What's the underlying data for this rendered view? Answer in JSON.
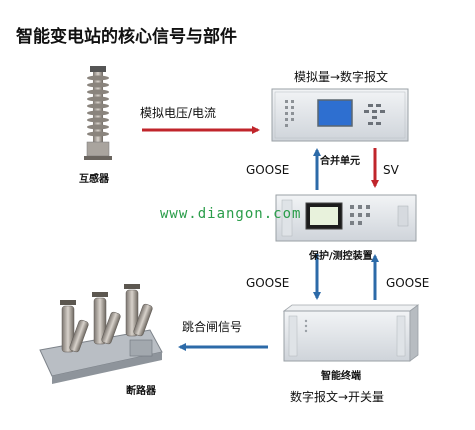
{
  "title": "智能变电站的核心信号与部件",
  "labels": {
    "analog_to_digital": "模拟量→数字报文",
    "voltage_current": "模拟电压/电流",
    "transformer": "互感器",
    "merging_unit": "合并单元",
    "goose_top": "GOOSE",
    "sv": "SV",
    "watermark": "www.diangon.com",
    "protection": "保护/测控装置",
    "goose_left": "GOOSE",
    "goose_right": "GOOSE",
    "trip_close": "跳合闸信号",
    "smart_terminal": "智能终端",
    "breaker": "断路器",
    "digital_to_switch": "数字报文→开关量"
  },
  "colors": {
    "red_arrow": "#c0252b",
    "blue_arrow": "#2c6aa8",
    "watermark": "#2a9d4a"
  }
}
